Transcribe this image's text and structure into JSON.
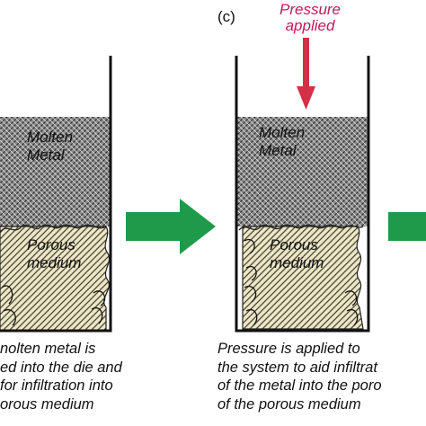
{
  "panel_label": "(c)",
  "pressure": {
    "line1": "Pressure",
    "line2": "applied",
    "arrow_color": "#d32f45"
  },
  "left_panel": {
    "molten_label": [
      "Molten",
      "Metal"
    ],
    "porous_label": [
      "Porous",
      "medium"
    ],
    "caption": [
      "nolten metal is",
      "ed into the die and",
      "for infiltration into",
      "orous medium"
    ]
  },
  "right_panel": {
    "molten_label": [
      "Molten",
      "Metal"
    ],
    "porous_label": [
      "Porous",
      "medium"
    ],
    "caption": [
      "Pressure is applied to",
      "the system to aid infiltrat",
      "of the metal into the poro",
      "of the porous medium"
    ]
  },
  "colors": {
    "arrow_green": "#1f9a4b",
    "pressure_text": "#c2185b",
    "porous_fill": "#e8e2c4"
  }
}
